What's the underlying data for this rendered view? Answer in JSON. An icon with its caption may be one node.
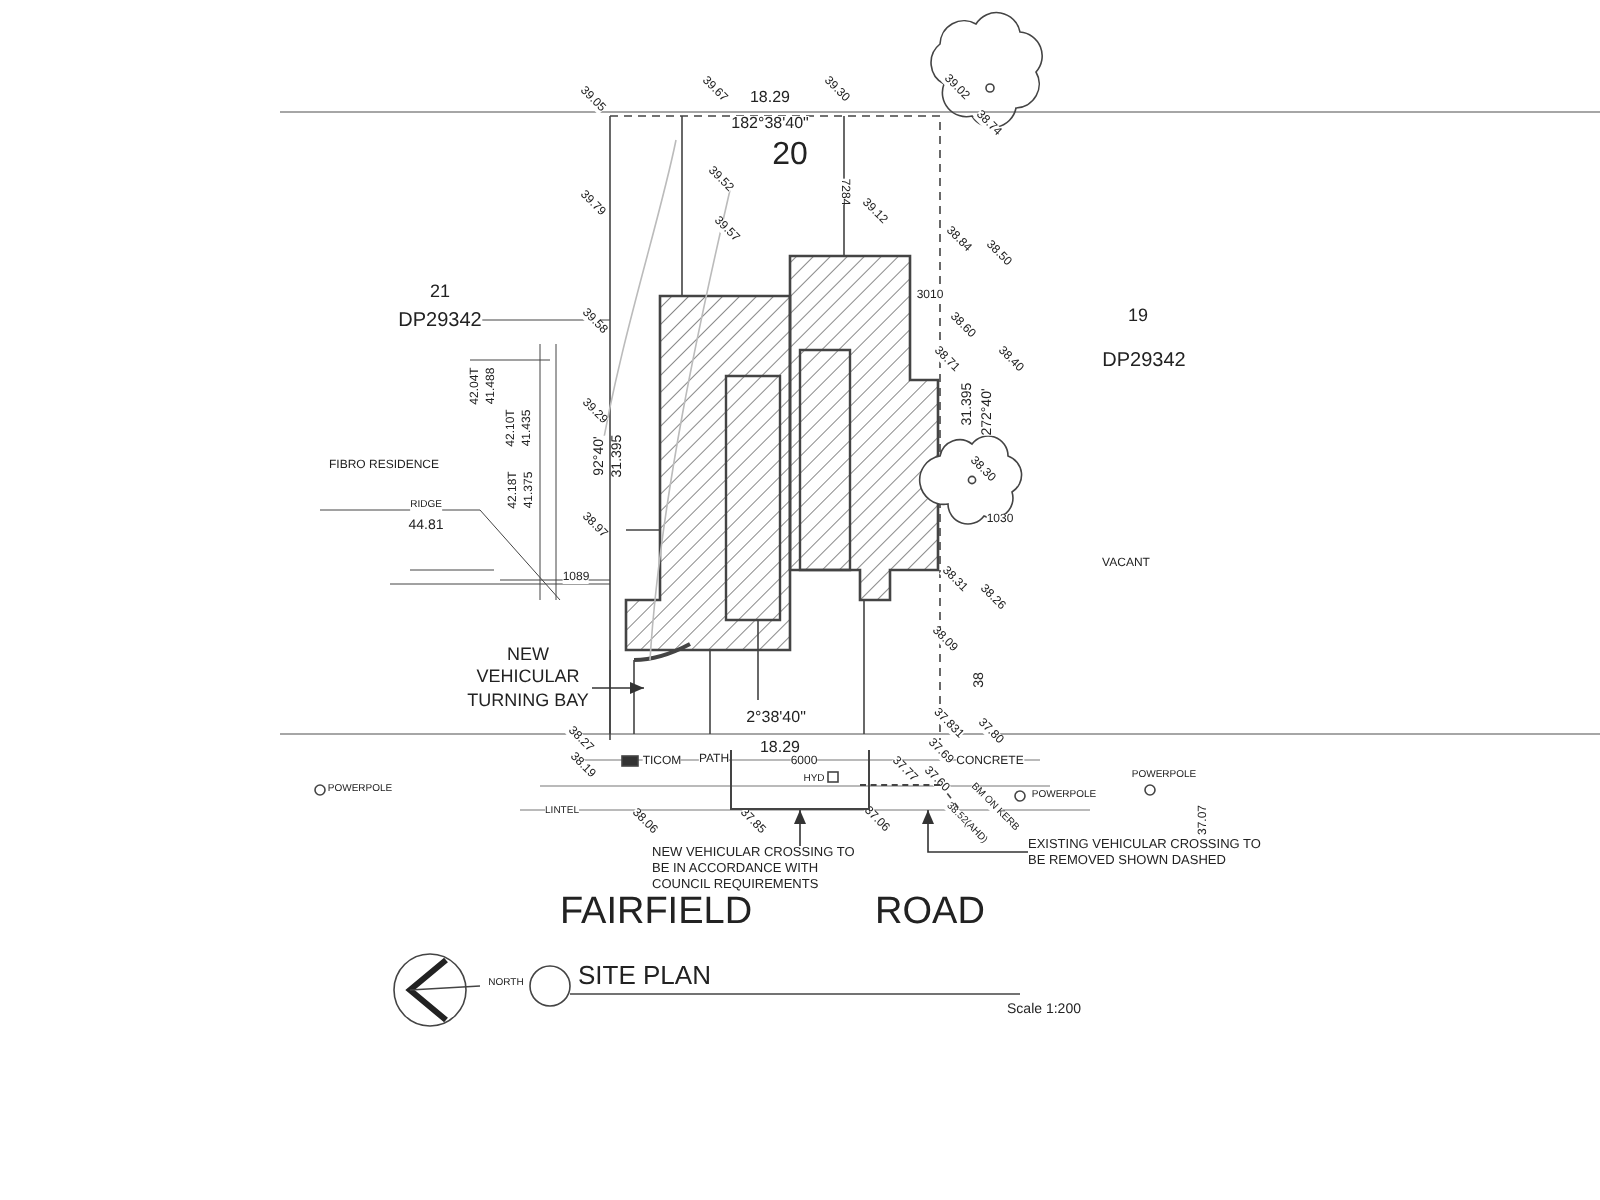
{
  "diagram": {
    "title": "SITE PLAN",
    "nodes": [
      {
        "text": [
          "NEW VEHICULAR TURNING BAY"
        ]
      },
      {
        "text": [
          "NEW VEHICULAR CROSSING TO BE IN ACCORDANCE WITH COUNCIL REQUIREMENTS"
        ]
      },
      {
        "text": [
          "EXISTING VEHICULAR CROSSING TO BE REMOVED SHOWN DASHED"
        ]
      },
      {
        "text": [],
        "shape": "box"
      },
      {
        "text": [],
        "shape": "box"
      }
    ],
    "edges": [
      {
        "from": 0,
        "to": null,
        "arrow": "to"
      },
      {
        "from": 1,
        "to": 3,
        "arrow": "to"
      },
      {
        "from": 2,
        "to": 4,
        "arrow": "to"
      }
    ],
    "labels": [
      "39.05",
      "39.67",
      "18.29",
      "39.30",
      "39.02",
      "38.74",
      "182°38'40\"",
      "20",
      "39.79",
      "39.52",
      "39.57",
      "7284",
      "39.12",
      "38.84",
      "38.50",
      "21",
      "DP29342",
      "39.58",
      "3010",
      "19",
      "DP29342",
      "38.60",
      "38.71",
      "38.40",
      "42.04T",
      "41.488",
      "42.10T",
      "41.435",
      "42.18T",
      "41.375",
      "31.395",
      "272°40'",
      "39.29",
      "92°40'",
      "31.395",
      "FIBRO RESIDENCE",
      "38.30",
      "RIDGE",
      "1030",
      "44.81",
      "38.97",
      "VACANT",
      "1089",
      "38.31",
      "38.26",
      "38.09",
      "38",
      "37.831",
      "37.80",
      "2°38'40\"",
      "18.29",
      "38.27",
      "38.19",
      "TICOM",
      "PATH",
      "6000",
      "37.69",
      "37.77",
      "37.60",
      "CONCRETE",
      "HYD",
      "POWERPOLE",
      "POWERPOLE",
      "POWERPOLE",
      "LINTEL",
      "38.06",
      "37.85",
      "37.06",
      "BM ON KERB",
      "38.52(AHD)",
      "37.07",
      "FAIRFIELD",
      "ROAD",
      "NORTH",
      "Scale 1:200"
    ]
  }
}
